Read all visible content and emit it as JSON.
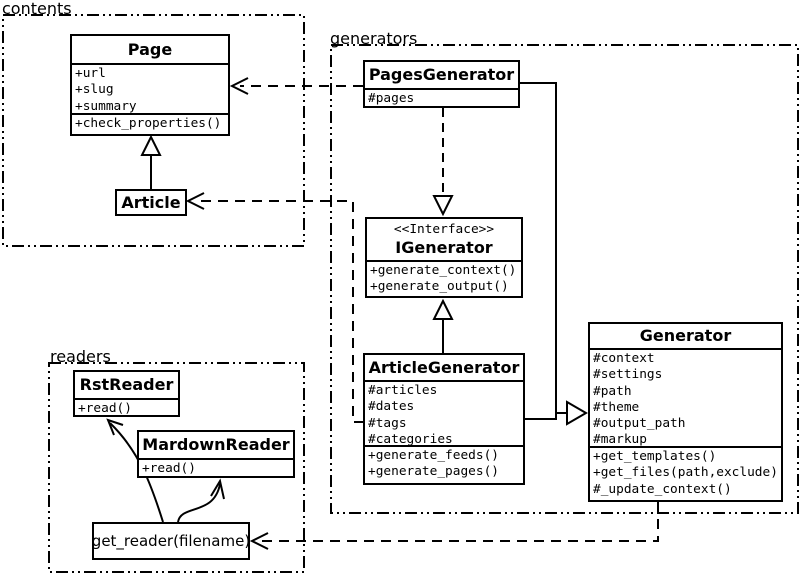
{
  "colors": {
    "line": "#000000",
    "background": "#ffffff"
  },
  "packages": {
    "contents": {
      "label": "contents"
    },
    "generators": {
      "label": "generators"
    },
    "readers": {
      "label": "readers"
    }
  },
  "classes": {
    "page": {
      "title": "Page",
      "attrs": [
        "+url",
        "+slug",
        "+summary"
      ],
      "methods": [
        "+check_properties()"
      ]
    },
    "article": {
      "title": "Article"
    },
    "pages_generator": {
      "title": "PagesGenerator",
      "attrs": [
        "#pages"
      ]
    },
    "igenerator": {
      "stereotype": "<<Interface>>",
      "title": "IGenerator",
      "methods": [
        "+generate_context()",
        "+generate_output()"
      ]
    },
    "article_generator": {
      "title": "ArticleGenerator",
      "attrs": [
        "#articles",
        "#dates",
        "#tags",
        "#categories"
      ],
      "methods": [
        "+generate_feeds()",
        "+generate_pages()"
      ]
    },
    "generator": {
      "title": "Generator",
      "attrs": [
        "#context",
        "#settings",
        "#path",
        "#theme",
        "#output_path",
        "#markup"
      ],
      "methods": [
        "+get_templates()",
        "+get_files(path,exclude)",
        "#_update_context()"
      ]
    },
    "rst_reader": {
      "title": "RstReader",
      "methods": [
        "+read()"
      ]
    },
    "mardown_reader": {
      "title": "MardownReader",
      "methods": [
        "+read()"
      ]
    },
    "get_reader": {
      "label": "get_reader(filename)"
    }
  }
}
